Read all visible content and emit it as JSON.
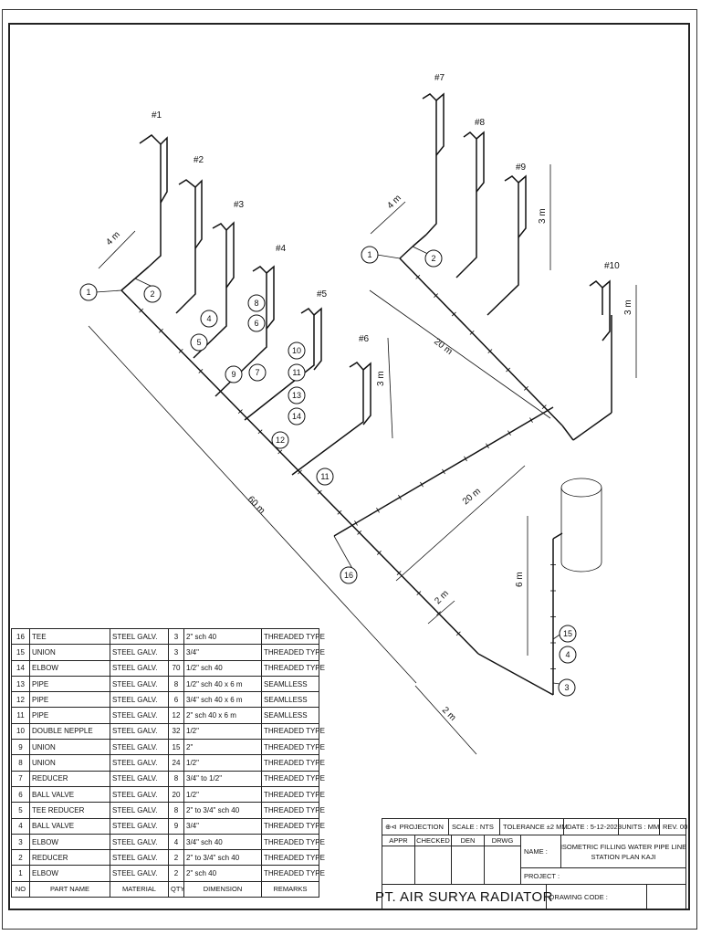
{
  "diagram": {
    "branch_labels": [
      "#1",
      "#2",
      "#3",
      "#4",
      "#5",
      "#6",
      "#7",
      "#8",
      "#9",
      "#10"
    ],
    "dimensions": {
      "main_length": "60 m",
      "upper_header": "20 m",
      "lower_header": "20 m",
      "left_offset_a": "4 m",
      "left_offset_b": "4 m",
      "riser_height_a": "3 m",
      "riser_height_b": "3 m",
      "riser_height_c": "3 m",
      "tank_riser": "6 m",
      "tank_offset_a": "2 m",
      "tank_offset_b": "2 m"
    },
    "balloons": {
      "b1a": "1",
      "b2a": "2",
      "b4a": "4",
      "b5": "5",
      "b8": "8",
      "b6": "6",
      "b9": "9",
      "b7": "7",
      "b10": "10",
      "b11a": "11",
      "b13": "13",
      "b14": "14",
      "b12": "12",
      "b11b": "11",
      "b16": "16",
      "b1b": "1",
      "b2b": "2",
      "b15": "15",
      "b4b": "4",
      "b3": "3"
    }
  },
  "parts_table": {
    "headers": [
      "NO",
      "PART NAME",
      "MATERIAL",
      "QTY",
      "DIMENSION",
      "REMARKS"
    ],
    "rows": [
      [
        "16",
        "TEE",
        "STEEL GALV.",
        "3",
        "2\" sch 40",
        "THREADED TYPE"
      ],
      [
        "15",
        "UNION",
        "STEEL GALV.",
        "3",
        "3/4\"",
        "THREADED TYPE"
      ],
      [
        "14",
        "ELBOW",
        "STEEL GALV.",
        "70",
        "1/2\" sch 40",
        "THREADED TYPE"
      ],
      [
        "13",
        "PIPE",
        "STEEL GALV.",
        "8",
        "1/2\" sch 40 x 6 m",
        "SEAMLLESS"
      ],
      [
        "12",
        "PIPE",
        "STEEL GALV.",
        "6",
        "3/4\" sch 40 x 6 m",
        "SEAMLLESS"
      ],
      [
        "11",
        "PIPE",
        "STEEL GALV.",
        "12",
        "2\" sch 40 x 6 m",
        "SEAMLLESS"
      ],
      [
        "10",
        "DOUBLE NEPPLE",
        "STEEL GALV.",
        "32",
        "1/2\"",
        "THREADED TYPE"
      ],
      [
        "9",
        "UNION",
        "STEEL GALV.",
        "15",
        "2\"",
        "THREADED TYPE"
      ],
      [
        "8",
        "UNION",
        "STEEL GALV.",
        "24",
        "1/2\"",
        "THREADED TYPE"
      ],
      [
        "7",
        "REDUCER",
        "STEEL GALV.",
        "8",
        "3/4\" to 1/2\"",
        "THREADED TYPE"
      ],
      [
        "6",
        "BALL VALVE",
        "STEEL GALV.",
        "20",
        "1/2\"",
        "THREADED TYPE"
      ],
      [
        "5",
        "TEE REDUCER",
        "STEEL GALV.",
        "8",
        "2\" to 3/4\" sch 40",
        "THREADED TYPE"
      ],
      [
        "4",
        "BALL VALVE",
        "STEEL GALV.",
        "9",
        "3/4\"",
        "THREADED TYPE"
      ],
      [
        "3",
        "ELBOW",
        "STEEL GALV.",
        "4",
        "3/4\" sch 40",
        "THREADED TYPE"
      ],
      [
        "2",
        "REDUCER",
        "STEEL GALV.",
        "2",
        "2\" to 3/4\" sch 40",
        "THREADED TYPE"
      ],
      [
        "1",
        "ELBOW",
        "STEEL GALV.",
        "2",
        "2\" sch 40",
        "THREADED TYPE"
      ]
    ]
  },
  "title_block": {
    "projection": "PROJECTION",
    "scale": "SCALE : NTS",
    "tolerance": "TOLERANCE ±2 MM",
    "date": "DATE : 5-12-2023",
    "units": "UNITS : MM",
    "rev": "REV. 00",
    "appr": "APPR",
    "checked": "CHECKED",
    "den": "DEN",
    "drwg": "DRWG",
    "name_label": "NAME :",
    "name_line1": "ISOMETRIC FILLING WATER PIPE LINE",
    "name_line2": "STATION PLAN KAJI",
    "project_label": "PROJECT :",
    "company": "PT. AIR SURYA RADIATOR",
    "drawing_code_label": "DRAWING CODE :"
  }
}
